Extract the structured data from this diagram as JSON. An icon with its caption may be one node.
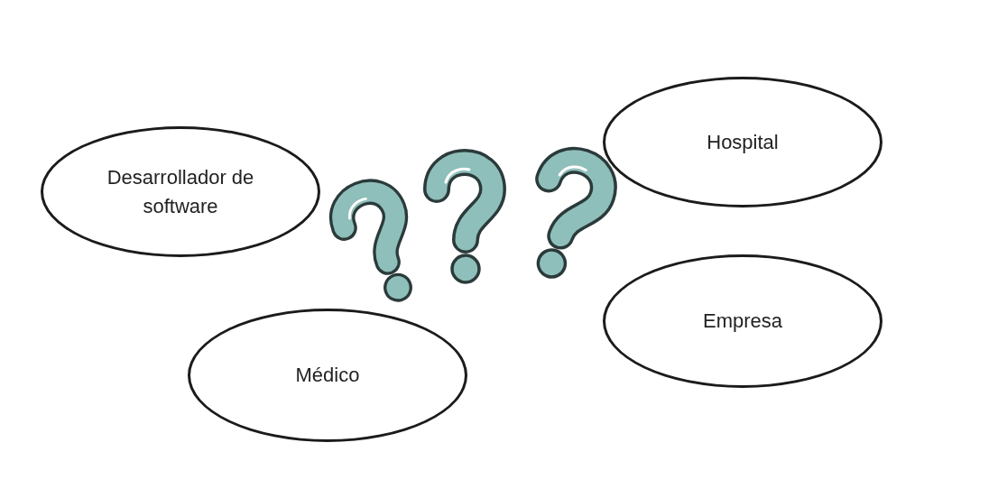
{
  "diagram": {
    "nodes": [
      {
        "text": [
          "Hospital"
        ]
      },
      {
        "text": [
          "Desarrollador de software"
        ]
      },
      {
        "text": [
          "Empresa"
        ]
      },
      {
        "text": [
          "Médico"
        ]
      }
    ]
  }
}
